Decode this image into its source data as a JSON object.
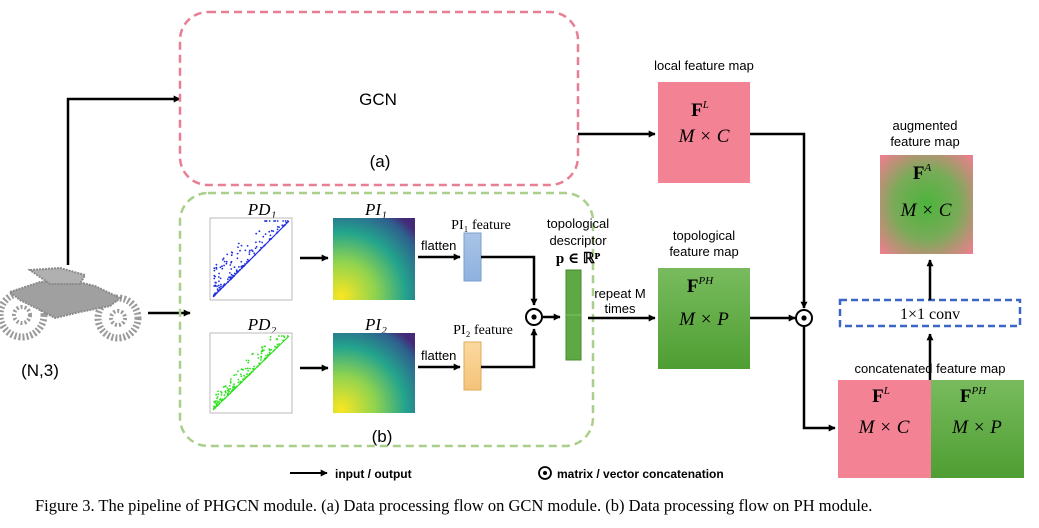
{
  "input": {
    "shape_label": "(N,3)",
    "point_cloud_icon": "motorcycle-point-cloud-icon"
  },
  "gcn_module": {
    "title": "GCN",
    "tag": "(a)",
    "border_color": "#e87e93"
  },
  "ph_module": {
    "tag": "(b)",
    "border_color": "#a9cf8a",
    "pd1_label": "PD₁",
    "pd2_label": "PD₂",
    "pi1_label": "PI₁",
    "pi2_label": "PI₂",
    "flatten_label": "flatten",
    "pi1_feature_label": "PI₁ feature",
    "pi2_feature_label": "PI₂ feature",
    "pd1_color": "#1f2fe0",
    "pd2_color": "#2ee01f"
  },
  "topological_descriptor": {
    "line1": "topological",
    "line2": "descriptor",
    "formula": "p ∈ ℝᴾ"
  },
  "repeat": {
    "line1": "repeat M",
    "line2": "times"
  },
  "local_feature_map": {
    "title": "local feature map",
    "symbol": "F",
    "superscript": "L",
    "dims": "M × C",
    "color": "#f28294"
  },
  "topological_feature_map": {
    "title_line1": "topological",
    "title_line2": "feature map",
    "symbol": "F",
    "superscript": "PH",
    "dims": "M × P",
    "color": "#5aa83c"
  },
  "conv": {
    "label": "1×1 conv",
    "border_color": "#3a67c4"
  },
  "augmented_feature_map": {
    "title_line1": "augmented",
    "title_line2": "feature map",
    "symbol": "F",
    "superscript": "A",
    "dims": "M × C"
  },
  "concatenated_feature_map": {
    "title": "concatenated feature map",
    "left_symbol": "F",
    "left_superscript": "L",
    "left_dims": "M × C",
    "right_symbol": "F",
    "right_superscript": "PH",
    "right_dims": "M × P"
  },
  "legend": {
    "io_label": "input / output",
    "concat_label": "matrix / vector concatenation"
  },
  "caption": "Figure 3. The pipeline of PHGCN module. (a) Data processing flow on GCN module. (b) Data processing flow on PH module."
}
